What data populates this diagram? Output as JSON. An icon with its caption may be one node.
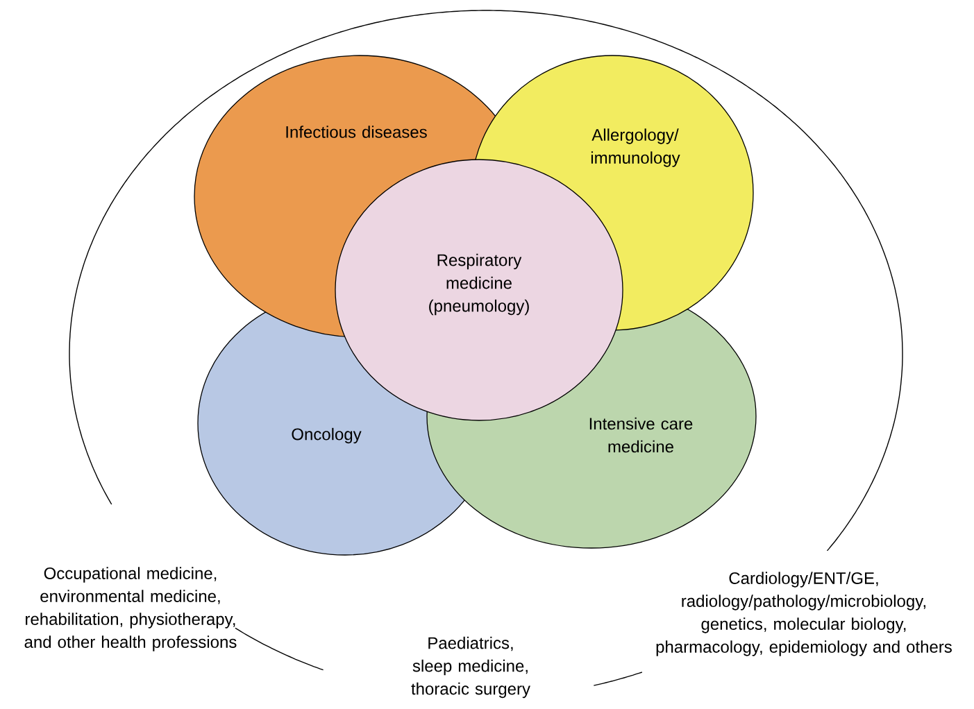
{
  "diagram": {
    "nodes": [
      {
        "text": [
          "Occupational medicine, environmental medicine, rehabilitation, physiotherapy, and other health professions",
          "Paediatrics, sleep medicine, thoracic surgery",
          "Cardiology/ENT/GE, radiology/pathology/microbiology, genetics, molecular biology, pharmacology, epidemiology and others"
        ]
      },
      {
        "text": [
          "Infectious diseases"
        ],
        "in": 0
      },
      {
        "text": [
          "Allergology/ immunology"
        ],
        "in": 0
      },
      {
        "text": [
          "Respiratory medicine (pneumology)"
        ],
        "in": 0
      },
      {
        "text": [
          "Oncology"
        ],
        "in": 0
      },
      {
        "text": [
          "Intensive care medicine"
        ],
        "in": 0
      }
    ]
  }
}
